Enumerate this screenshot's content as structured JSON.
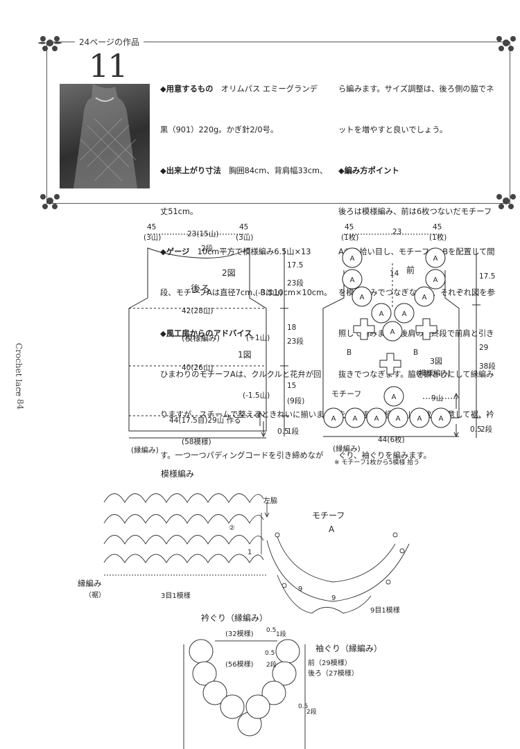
{
  "header": {
    "page_ref": "24ページの作品",
    "work_number": "11",
    "left_lines": [
      [
        "◆用意するもの",
        "　オリムパス エミーグランデ"
      ],
      [
        "",
        "黒（901）220g。かぎ針2/0号。"
      ],
      [
        "◆出来上がり寸法",
        "　胸囲84cm、背肩幅33cm、"
      ],
      [
        "",
        "丈51cm。"
      ],
      [
        "◆ゲージ",
        "　10cm平方で模様編み6.5山×13"
      ],
      [
        "",
        "段、モチーフAは直径7cm、Bは10cm×10cm。"
      ],
      [
        "◆風工房からのアドバイス",
        ""
      ],
      [
        "",
        "ひまわりのモチーフAは、クルクルと花弁が回"
      ],
      [
        "",
        "りますが、スチームで整えるときれいに揃いま"
      ],
      [
        "",
        "す。一つ一つパディングコードを引き締めなが"
      ]
    ],
    "right_lines": [
      [
        "",
        "ら編みます。サイズ調整は、後ろ側の脇でネ"
      ],
      [
        "",
        "ットを増やすと良いでしょう。"
      ],
      [
        "◆編み方ポイント",
        ""
      ],
      [
        "",
        "後ろは模様編み、前は6枚つないだモチーフ"
      ],
      [
        "",
        "Aから拾い目し、モチーフAとBを配置して間"
      ],
      [
        "",
        "を模様編みでつなぎながら、それぞれ図を参"
      ],
      [
        "",
        "照して編みます。後肩の最終段で前肩と引き"
      ],
      [
        "",
        "抜きでつなぎます。脇を鎖とじにして縁編み"
      ],
      [
        "",
        "を編みます。縁編みは段数に注意して裾、衿"
      ],
      [
        "",
        "ぐり、袖ぐりを編みます。"
      ]
    ]
  },
  "side_label": {
    "title": "Crochet lace",
    "page": "— 84"
  },
  "back": {
    "top_45_l": "45",
    "top_45_l_sub": "(3山)",
    "top_23": "23(15山)",
    "top_45_r": "45",
    "top_45_r_sub": "(3山)",
    "neck_rows": "2段",
    "fig2": "2図",
    "title": "後ろ",
    "dec": "(-3.5山)",
    "w42": "42(28山)",
    "pattern": "(模様編み)",
    "inc": "(+1山)",
    "fig1": "1図",
    "w40": "40(26山)",
    "dec2": "(-1.5山)",
    "bottom": "44(17.5目)29山 作る",
    "edge_w": "(58模様)",
    "edge": "(縁編み)",
    "r1_h": "17.5",
    "r1_rows": "23段",
    "r2_h": "18",
    "r2_rows": "23段",
    "r3_h": "15",
    "r3_rows": "(9段)",
    "r4_h": "0.5",
    "r4_rows": "1段"
  },
  "front": {
    "top_45_l": "45",
    "top_45_l_sub": "(1枚)",
    "top_23": "23",
    "top_45_r": "45",
    "top_45_r_sub": "(1枚)",
    "label": "前",
    "h14": "14",
    "b_label": "B",
    "fig3": "3図",
    "pattern": "(模様編み)",
    "motif": "モチーフ",
    "mountain": "9山",
    "edge_w": "44(6枚)",
    "edge": "(縁編み)",
    "note": "※ モチーフ1枚から5模様 拾う",
    "a_letter": "A",
    "h_175": "17.5",
    "h_29": "29",
    "h_29_rows": "38段",
    "h_05": "0.5",
    "h_05_rows": "2段"
  },
  "pattern_chart": {
    "title": "模様編み",
    "left_side": "左脇",
    "edge": "縁編み",
    "edge_sub": "（裾）",
    "repeat": "3目1模様",
    "row1": "1",
    "row2": "②"
  },
  "motif_chart": {
    "title": "モチーフ",
    "letter": "A",
    "repeat": "9目1模様",
    "nine": "9"
  },
  "neck_chart": {
    "title": "衿ぐり（縁編み）",
    "count32": "(32模様)",
    "count56": "(56模様)",
    "rows05": "0.5",
    "rows1": "1段",
    "rows2": "2段",
    "sleeve": "袖ぐり（縁編み）",
    "front_count": "前（29模様）",
    "back_count": "後ろ（27模様）"
  }
}
